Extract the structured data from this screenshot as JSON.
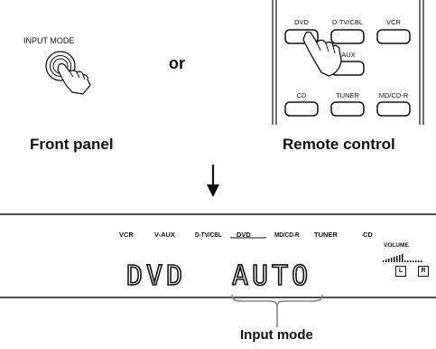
{
  "front_panel": {
    "button_label": "INPUT MODE",
    "caption": "Front panel"
  },
  "connector": "or",
  "remote": {
    "caption": "Remote control",
    "buttons": {
      "dvd": "DVD",
      "dtv_cbl": "D-TV/CBL",
      "vcr": "VCR",
      "aux": "AUX",
      "cd": "CD",
      "tuner": "TUNER",
      "md_cdr": "MD/CD-R"
    }
  },
  "display": {
    "sources": {
      "vcr": "VCR",
      "vaux": "V-AUX",
      "dtv_cbl": "D-TV/CBL",
      "dvd": "DVD",
      "md_cdr": "MD/CD-R",
      "tuner": "TUNER",
      "cd": "CD"
    },
    "volume_label": "VOLUME",
    "left_indicator": "L",
    "right_indicator": "R",
    "main_text": "DVD",
    "mode_text": "AUTO"
  },
  "callout": "Input mode"
}
